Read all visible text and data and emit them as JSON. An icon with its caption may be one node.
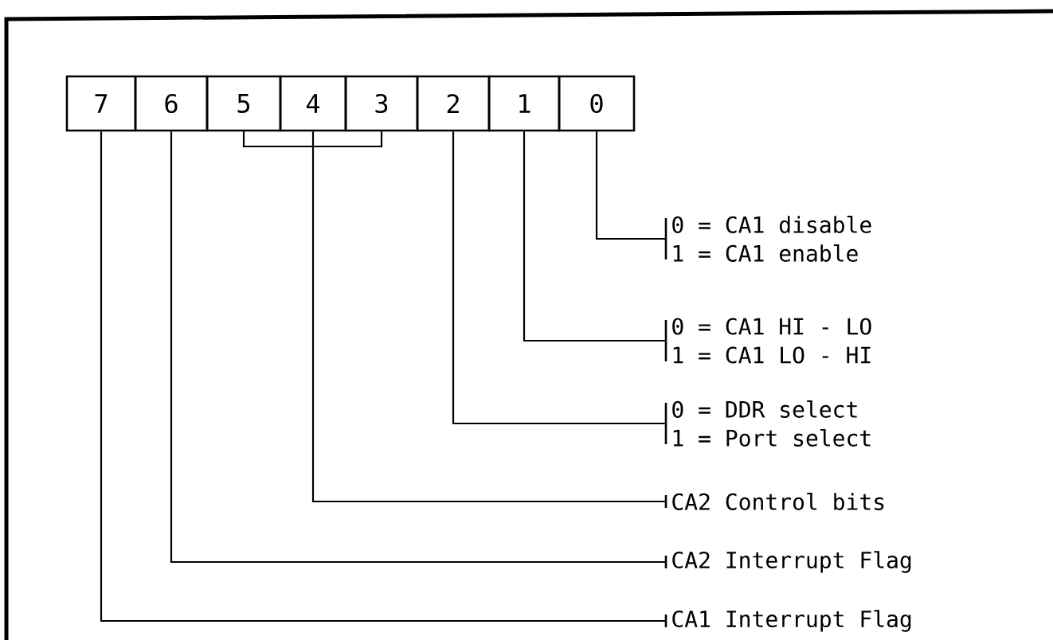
{
  "diagram": {
    "nodes": [
      {
        "text": [
          "7"
        ]
      },
      {
        "text": [
          "6"
        ]
      },
      {
        "text": [
          "5"
        ]
      },
      {
        "text": [
          "4"
        ]
      },
      {
        "text": [
          "3"
        ]
      },
      {
        "text": [
          "2"
        ]
      },
      {
        "text": [
          "1"
        ]
      },
      {
        "text": [
          "0"
        ]
      },
      {
        "text": [
          "0 = CA1 disable",
          "1 = CA1 enable"
        ]
      },
      {
        "text": [
          "0 = CA1 HI - LO",
          "1 = CA1 LO - HI"
        ]
      },
      {
        "text": [
          "0 = DDR select",
          "1 = Port select"
        ]
      },
      {
        "text": [
          "CA2 Control bits"
        ]
      },
      {
        "text": [
          "CA2 Interrupt Flag"
        ]
      },
      {
        "text": [
          "CA1 Interrupt Flag"
        ]
      }
    ],
    "edges": [
      {
        "from": 7,
        "to": 8,
        "arrow": "none"
      },
      {
        "from": 6,
        "to": 9,
        "arrow": "none"
      },
      {
        "from": 5,
        "to": 10,
        "arrow": "none"
      },
      {
        "from": 2,
        "to": 11,
        "arrow": "none"
      },
      {
        "from": 3,
        "to": 11,
        "arrow": "none"
      },
      {
        "from": 4,
        "to": 11,
        "arrow": "none"
      },
      {
        "from": 1,
        "to": 12,
        "arrow": "none"
      },
      {
        "from": 0,
        "to": 13,
        "arrow": "none"
      }
    ]
  }
}
